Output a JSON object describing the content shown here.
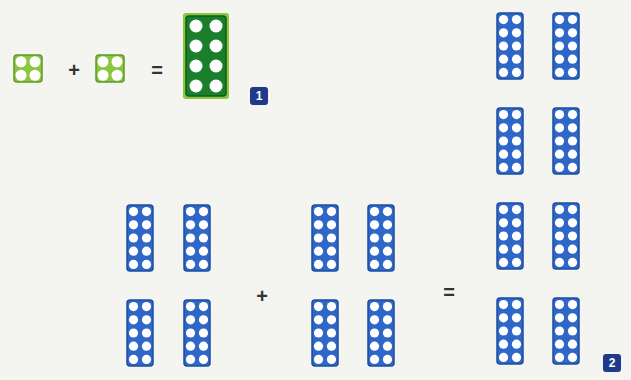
{
  "diagram": {
    "labels": [
      "+",
      "=",
      "1",
      "+",
      "=",
      "2"
    ]
  }
}
